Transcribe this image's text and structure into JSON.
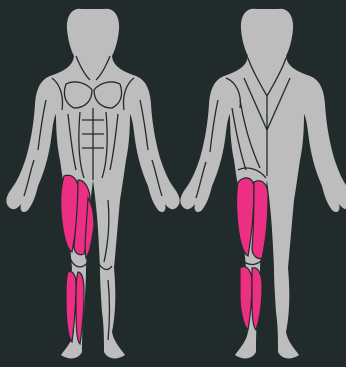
{
  "colors": {
    "background": "#222b2b",
    "body": "#bdbdbd",
    "outline": "#222b2b",
    "highlight": "#ec2f83"
  },
  "figures": [
    {
      "view": "front",
      "highlighted_muscles": [
        "left-thigh",
        "left-calf"
      ]
    },
    {
      "view": "back",
      "highlighted_muscles": [
        "left-hamstring",
        "left-calf"
      ]
    }
  ]
}
